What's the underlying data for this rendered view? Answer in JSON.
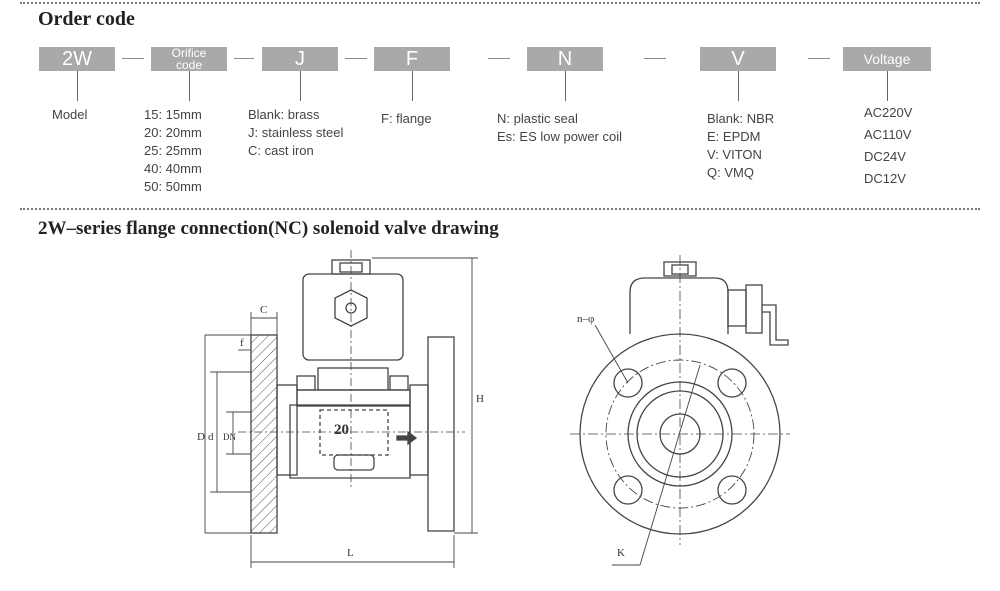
{
  "order_code": {
    "heading": "Order code",
    "codes": {
      "model": "2W",
      "orifice_line1": "Orifice",
      "orifice_line2": "code",
      "j": "J",
      "f": "F",
      "n": "N",
      "v": "V",
      "voltage": "Voltage"
    },
    "model_desc": "Model",
    "orifice_options": [
      "15: 15mm",
      "20: 20mm",
      "25: 25mm",
      "40: 40mm",
      "50: 50mm"
    ],
    "body_options": [
      "Blank: brass",
      "J: stainless steel",
      "C: cast iron"
    ],
    "connection_options": [
      "F: flange"
    ],
    "seal_options": [
      "N: plastic seal",
      "Es: ES low power coil"
    ],
    "seal_material_options": [
      "Blank: NBR",
      "E: EPDM",
      "V: VITON",
      "Q: VMQ"
    ],
    "voltage_options": [
      "AC220V",
      "AC110V",
      "DC24V",
      "DC12V"
    ]
  },
  "drawing": {
    "heading": "2W–series flange connection(NC) solenoid valve drawing",
    "body_label": "20",
    "dim_labels": {
      "c": "C",
      "f": "f",
      "D": "D",
      "d": "d",
      "DN": "DN",
      "H": "H",
      "L": "L",
      "n_phi": "n–φ",
      "K": "K"
    }
  }
}
